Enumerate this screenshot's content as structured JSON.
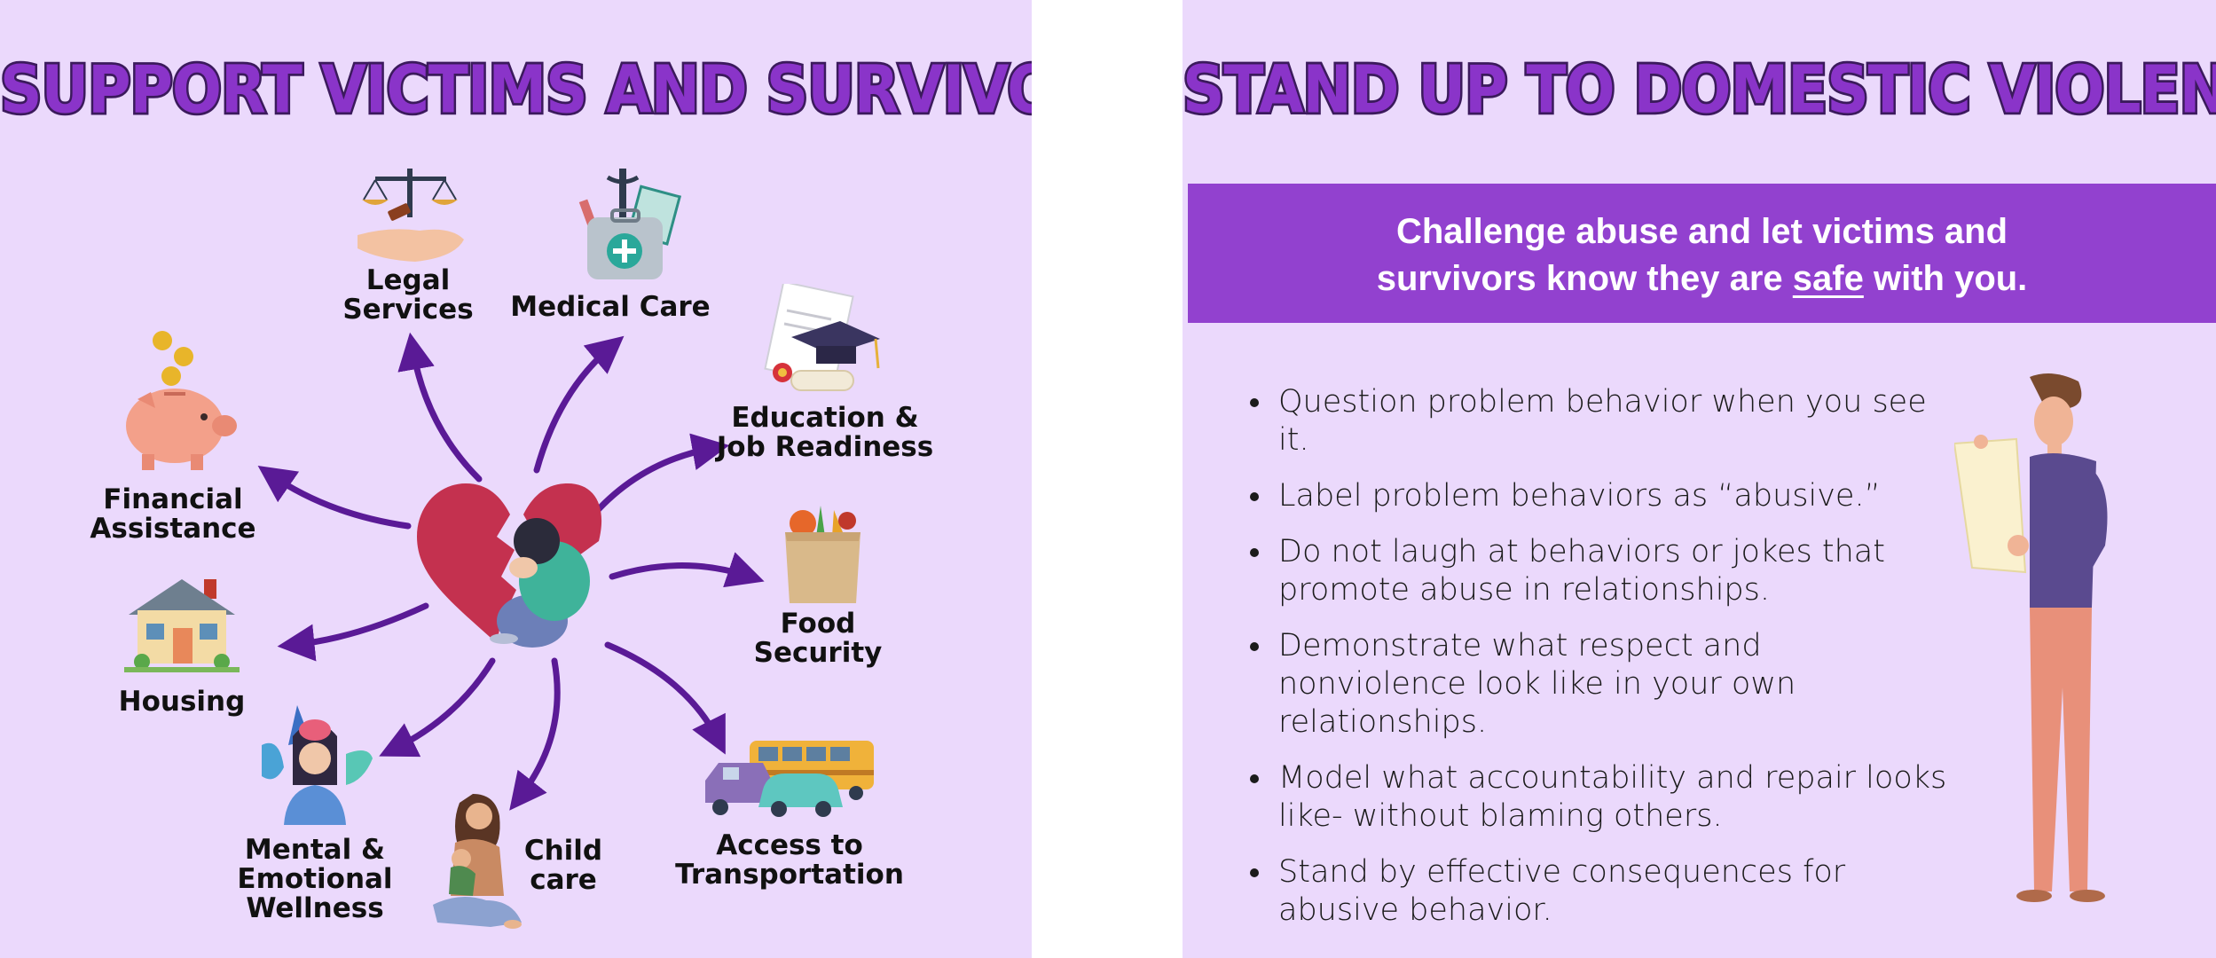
{
  "left_panel": {
    "title": "SUPPORT VICTIMS AND SURVIVORS",
    "items": [
      {
        "label": "Legal\nServices",
        "icon": "scales-of-justice-icon"
      },
      {
        "label": "Medical Care",
        "icon": "medical-kit-icon"
      },
      {
        "label": "Education &\nJob Readiness",
        "icon": "graduation-cap-icon"
      },
      {
        "label": "Food\nSecurity",
        "icon": "grocery-bag-icon"
      },
      {
        "label": "Access to\nTransportation",
        "icon": "vehicles-icon"
      },
      {
        "label": "Child\ncare",
        "icon": "mother-child-icon"
      },
      {
        "label": "Mental &\nEmotional\nWellness",
        "icon": "woman-brain-icon"
      },
      {
        "label": "Housing",
        "icon": "house-icon"
      },
      {
        "label": "Financial\nAssistance",
        "icon": "piggy-bank-icon"
      }
    ],
    "center_icon": "broken-heart-sad-person-icon"
  },
  "right_panel": {
    "title": "STAND UP TO DOMESTIC VIOLENCE",
    "banner": {
      "line1": "Challenge abuse and let victims and",
      "line2_before": "survivors know they are ",
      "line2_emphasis": "safe",
      "line2_after": " with you."
    },
    "bullets": [
      "Question problem behavior when you see it.",
      "Label problem behaviors as “abusive.”",
      "Do not laugh at behaviors or jokes that promote abuse in relationships.",
      "Demonstrate what respect and nonviolence look like in your own relationships.",
      "Model what accountability and repair looks like- without blaming others.",
      "Stand by effective consequences for abusive behavior."
    ],
    "illustration": "man-holding-paper-icon"
  },
  "colors": {
    "background": "#ebd9fc",
    "title_fill": "#8a34c9",
    "title_outline": "#3b1a5c",
    "arrow": "#5a1a96",
    "banner": "#9241cf"
  }
}
